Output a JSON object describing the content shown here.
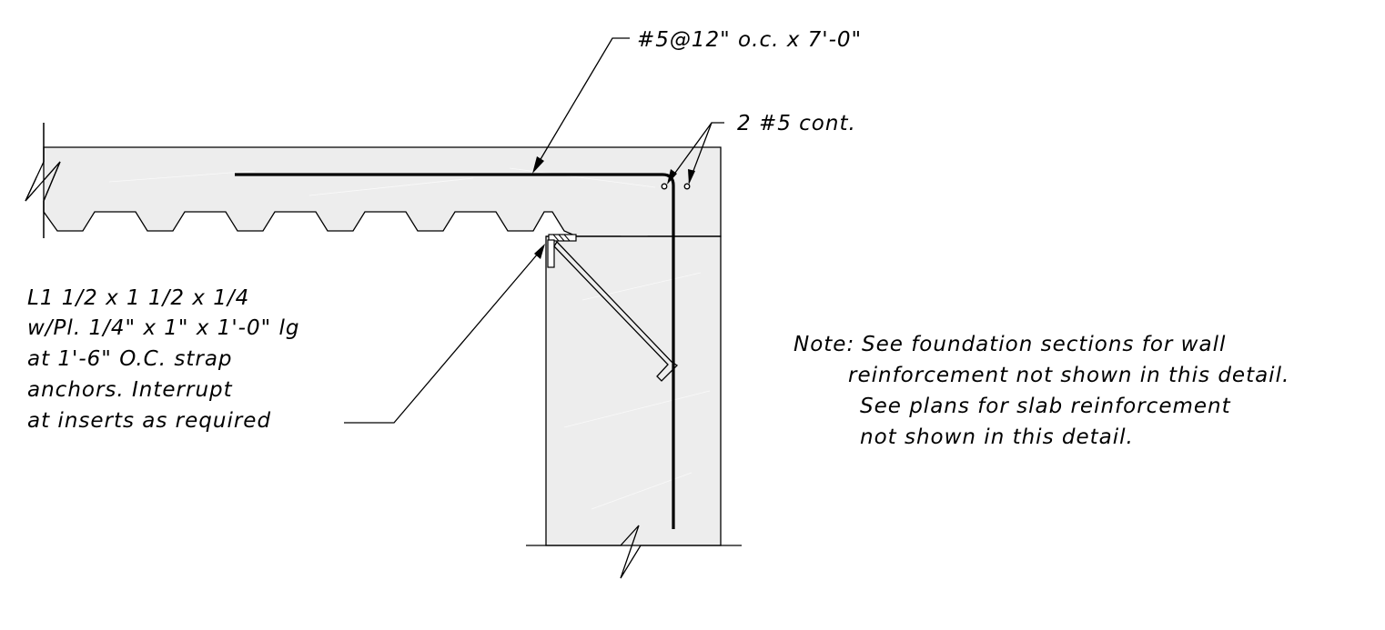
{
  "callouts": {
    "top_bar": "#5@12\" o.c. x 7'-0\"",
    "cont_bars": "2 #5 cont.",
    "angle_lines": [
      "L1 1/2 x 1 1/2 x 1/4",
      "w/Pl. 1/4\" x 1\" x 1'-0\" lg",
      "at 1'-6\" O.C. strap",
      "anchors.  Interrupt",
      "at inserts as required"
    ]
  },
  "note": {
    "prefix": "Note:",
    "lines": [
      "See foundation sections for wall",
      "reinforcement not shown in this detail.",
      "See plans for slab reinforcement",
      "not shown in this detail."
    ]
  },
  "colors": {
    "concrete_fill": "#ededed",
    "line": "#000000"
  }
}
